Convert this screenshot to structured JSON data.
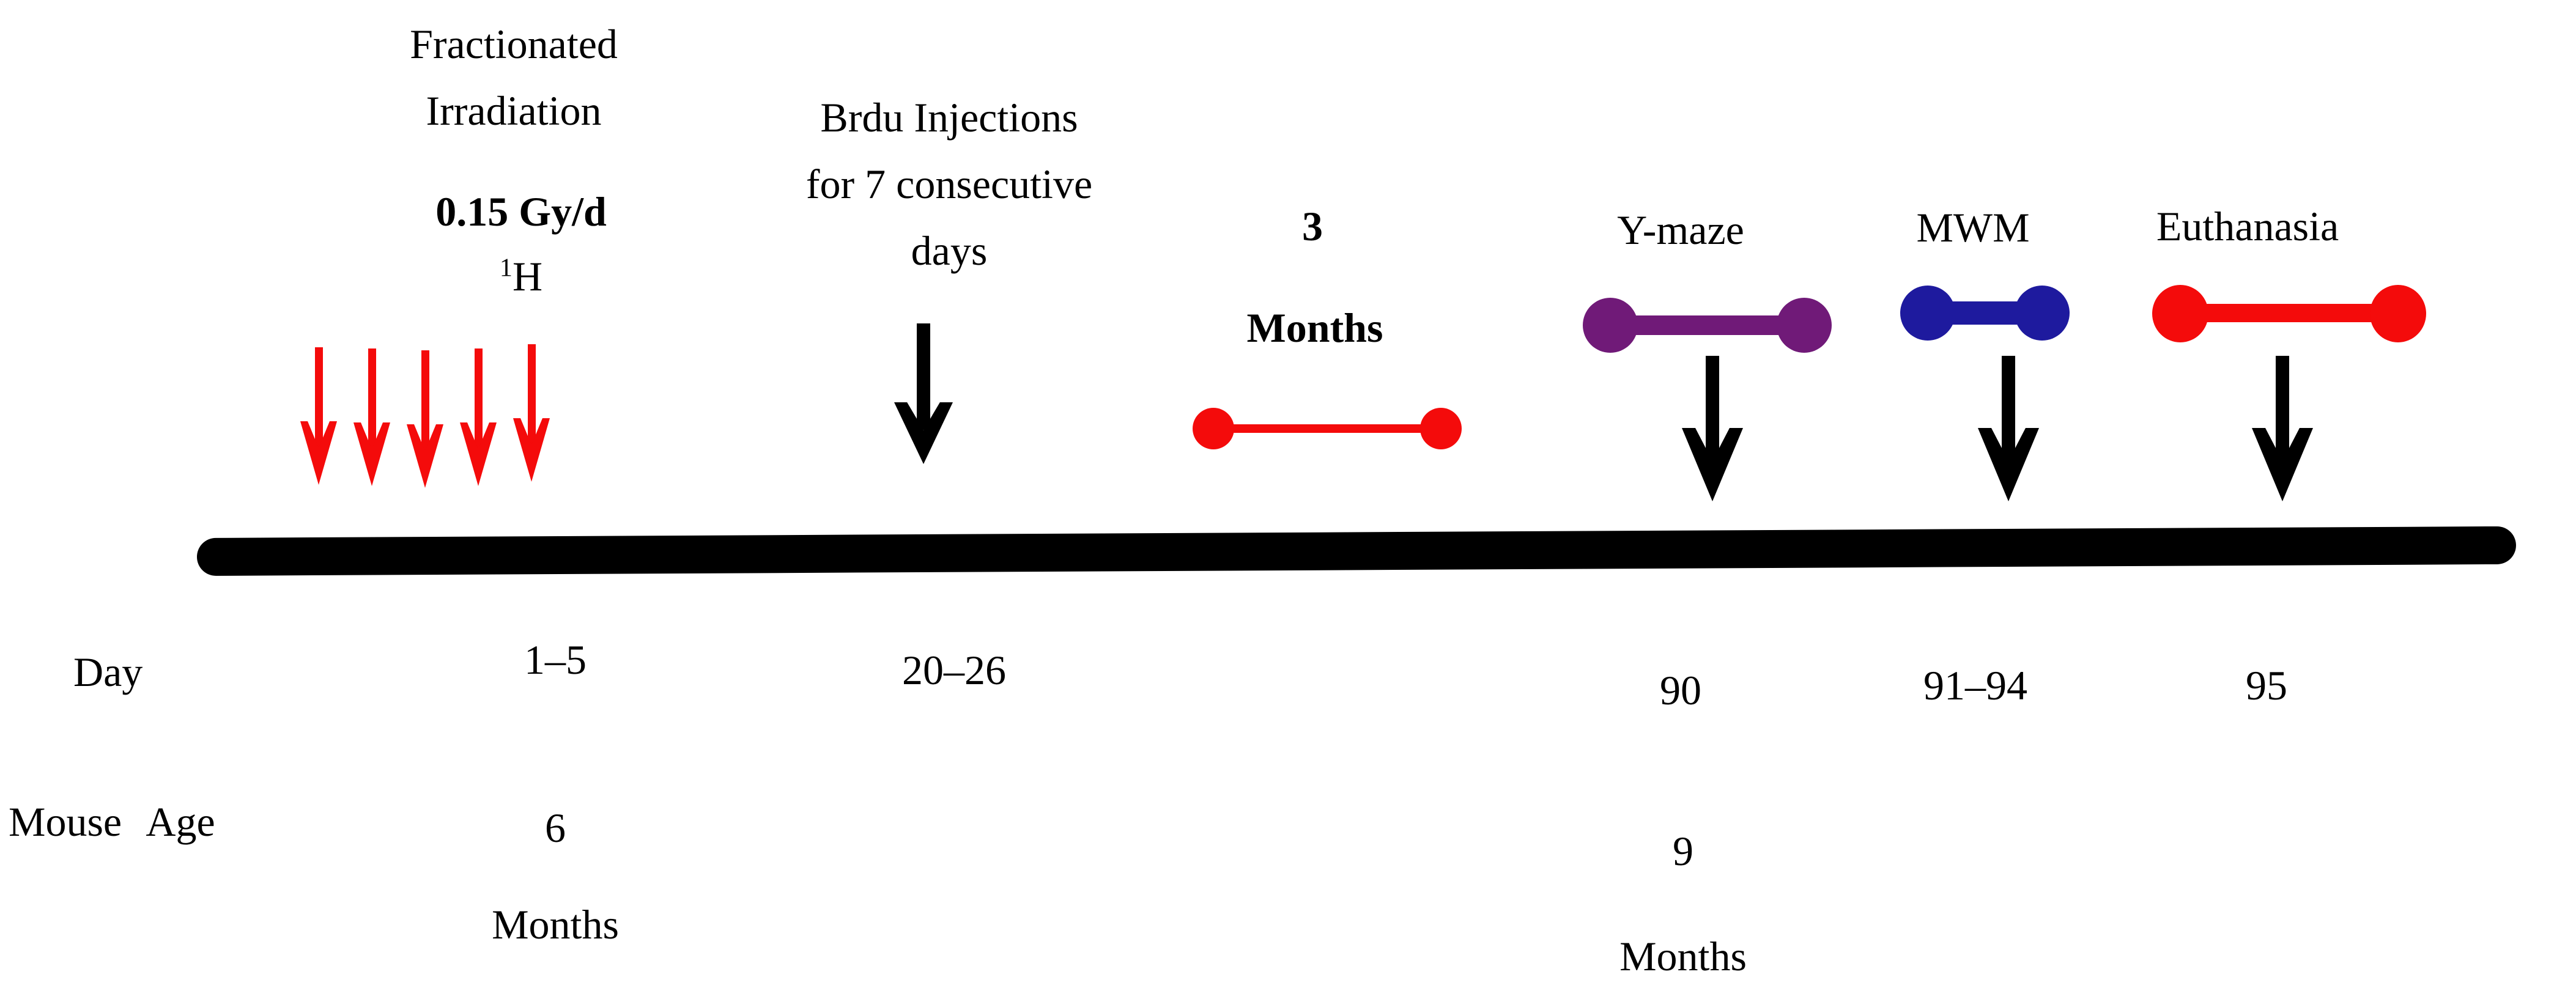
{
  "colors": {
    "red": "#f40b0b",
    "purple": "#701a78",
    "blue": "#1e1a9e",
    "black": "#000000",
    "background": "#ffffff"
  },
  "events": {
    "irradiation": {
      "title_line1": "Fractionated",
      "title_line2": "Irradiation",
      "dose": "0.15 Gy/d",
      "isotope_sup": "1",
      "isotope_symbol": "H",
      "marker": "red-down-arrows",
      "arrow_count": 5,
      "day": "1–5"
    },
    "brdu": {
      "title_line1": "Brdu Injections",
      "title_line2": "for 7 consecutive",
      "title_line3": "days",
      "marker": "black-down-arrow",
      "day": "20–26"
    },
    "interval": {
      "value": "3",
      "unit": "Months",
      "marker": "red-connector"
    },
    "ymaze": {
      "label": "Y-maze",
      "marker": "purple-dumbbell",
      "day": "90"
    },
    "mwm": {
      "label": "MWM",
      "marker": "blue-dumbbell",
      "day": "91–94"
    },
    "euthanasia": {
      "label": "Euthanasia",
      "marker": "red-dumbbell",
      "day": "95"
    }
  },
  "axis": {
    "day_label": "Day",
    "age_label": "Mouse Age",
    "age_6": {
      "value": "6",
      "unit": "Months"
    },
    "age_9": {
      "value": "9",
      "unit": "Months"
    }
  }
}
